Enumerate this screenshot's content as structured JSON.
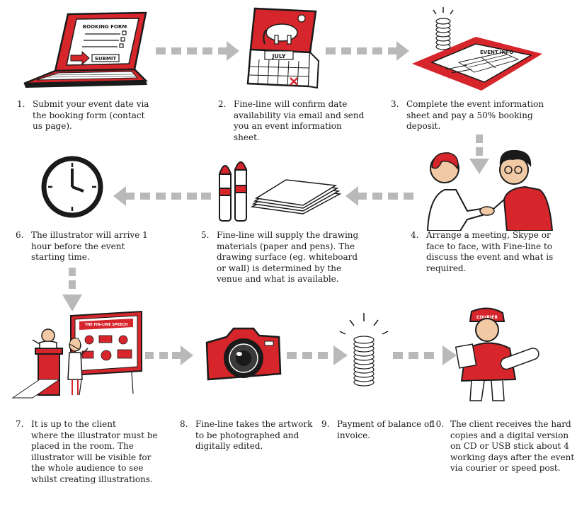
{
  "colors": {
    "accent": "#d6262b",
    "dark": "#1a1a1a",
    "arrow": "#b9b9b9",
    "skin": "#f1c9a5"
  },
  "steps": [
    {
      "number": "1.",
      "text": "Submit your event date via\nthe booking form (contact\nus page).",
      "icon": "laptop-booking-form-icon"
    },
    {
      "number": "2.",
      "text": "Fine-line will confirm date\navailability via email and send\nyou an event information\nsheet.",
      "icon": "calendar-icon"
    },
    {
      "number": "3.",
      "text": "Complete the event information\nsheet and pay a 50% booking\ndeposit.",
      "icon": "coins-and-form-icon"
    },
    {
      "number": "4.",
      "text": "Arrange a meeting, Skype or\nface to face, with Fine-line to\ndiscuss the event and what is\nrequired.",
      "icon": "handshake-icon"
    },
    {
      "number": "5.",
      "text": "Fine-line will supply the drawing\nmaterials (paper and pens). The\ndrawing surface (eg. whiteboard\nor wall) is determined by the\nvenue and what is available.",
      "icon": "pens-and-paper-icon"
    },
    {
      "number": "6.",
      "text": "The illustrator will arrive 1\nhour before the event\nstarting time.",
      "icon": "clock-icon"
    },
    {
      "number": "7.",
      "text": "It is up to the client\nwhere the illustrator must be\nplaced in the room. The\nillustrator will be visible for\nthe whole audience to see\nwhilst creating illustrations.",
      "icon": "illustrator-at-board-icon"
    },
    {
      "number": "8.",
      "text": "Fine-line takes the artwork\nto be photographed and\ndigitally edited.",
      "icon": "camera-icon"
    },
    {
      "number": "9.",
      "text": "Payment of balance of\ninvoice.",
      "icon": "coin-stack-icon"
    },
    {
      "number": "10.",
      "text": "The client receives the hard\ncopies and a digital version\non CD or USB stick about 4\nworking days after the event\nvia courier or speed post.",
      "icon": "courier-icon"
    }
  ],
  "labels": {
    "booking_form": "BOOKING FORM",
    "submit": "SUBMIT",
    "july": "JULY",
    "event_info": "EVENT INFO",
    "courier": "COURIER",
    "board_title": "THE FIN-LINE SPEECH"
  }
}
